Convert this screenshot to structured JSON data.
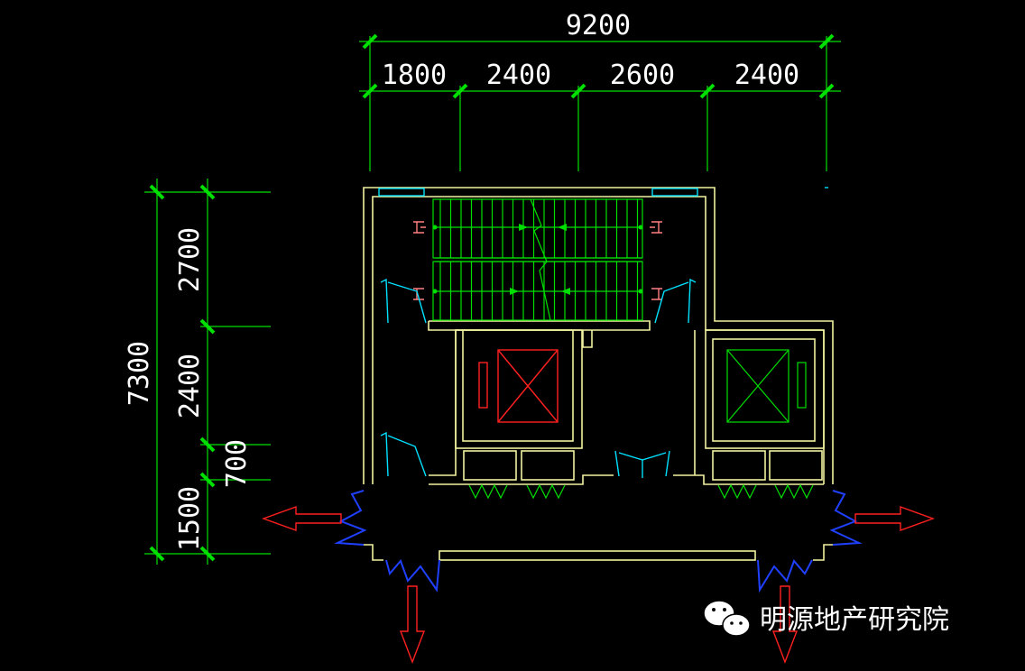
{
  "dimensions": {
    "overall_width": "9200",
    "top_segments": [
      "1800",
      "2400",
      "2600",
      "2400"
    ],
    "overall_depth": "7300",
    "left_segments": [
      "2700",
      "2400",
      "700",
      "1500"
    ]
  },
  "watermark": {
    "text": "明源地产研究院",
    "icon": "wechat-icon"
  },
  "colors": {
    "dimension_lines": "#00e000",
    "walls": "#f2f2a0",
    "elevator_car_1": "#ff2020",
    "elevator_car_2": "#00e000",
    "doors": "#00e0ff",
    "exits": "#2040ff",
    "arrows": "#ff2020"
  }
}
